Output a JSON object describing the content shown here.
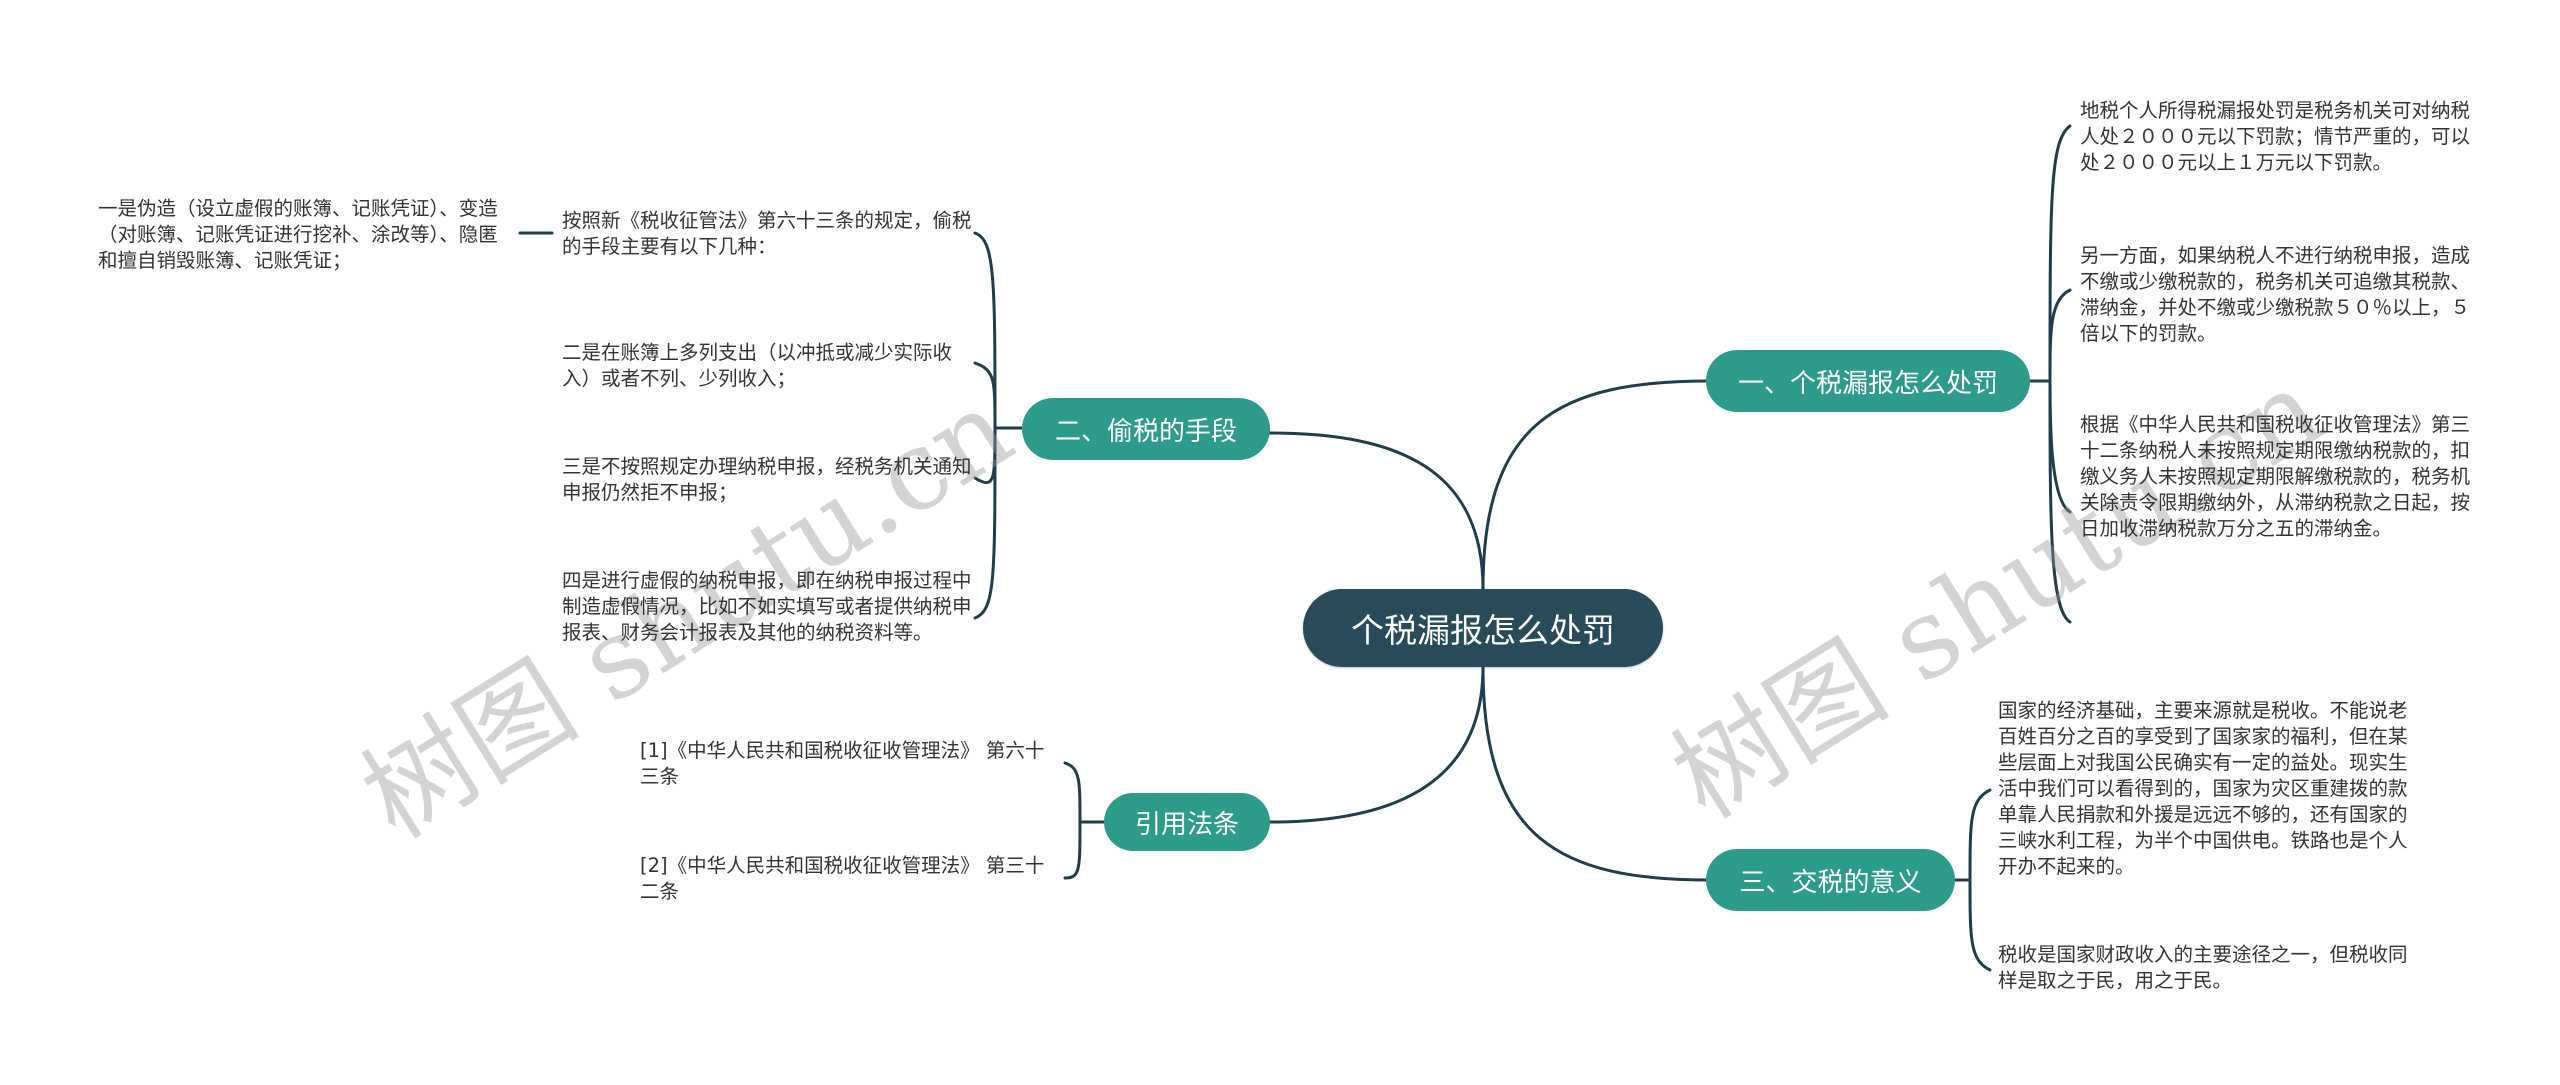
{
  "colors": {
    "root_bg": "#284a59",
    "branch_bg": "#2d9b8a",
    "line": "#1f3d4b",
    "text": "#333333",
    "watermark": "#969696"
  },
  "watermark": {
    "left": "树图 shutu.cn",
    "right": "树图 shutu.cn"
  },
  "root": {
    "label": "个税漏报怎么处罚"
  },
  "branches": [
    {
      "id": "penalty",
      "label": "一、个税漏报怎么处罚",
      "side": "right",
      "children": [
        "地税个人所得税漏报处罚是税务机关可对纳税人处２０００元以下罚款；情节严重的，可以处２０００元以上１万元以下罚款。",
        "另一方面，如果纳税人不进行纳税申报，造成不缴或少缴税款的，税务机关可追缴其税款、滞纳金，并处不缴或少缴税款５０％以上，５倍以下的罚款。",
        "根据《中华人民共和国税收征收管理法》第三十二条纳税人未按照规定期限缴纳税款的，扣缴义务人未按照规定期限解缴税款的，税务机关除责令限期缴纳外，从滞纳税款之日起，按日加收滞纳税款万分之五的滞纳金。"
      ]
    },
    {
      "id": "meaning",
      "label": "三、交税的意义",
      "side": "right",
      "children": [
        "国家的经济基础，主要来源就是税收。不能说老百姓百分之百的享受到了国家家的福利，但在某些层面上对我国公民确实有一定的益处。现实生活中我们可以看得到的，国家为灾区重建拨的款单靠人民捐款和外援是远远不够的，还有国家的三峡水利工程，为半个中国供电。铁路也是个人开办不起来的。",
        "税收是国家财政收入的主要途径之一，但税收同样是取之于民，用之于民。"
      ]
    },
    {
      "id": "evasion",
      "label": "二、偷税的手段",
      "side": "left",
      "children": [
        {
          "text": "按照新《税收征管法》第六十三条的规定，偷税的手段主要有以下几种：",
          "children": [
            "一是伪造（设立虚假的账簿、记账凭证）、变造（对账簿、记账凭证进行挖补、涂改等）、隐匿和擅自销毁账簿、记账凭证；"
          ]
        },
        "二是在账簿上多列支出（以冲抵或减少实际收入）或者不列、少列收入；",
        "三是不按照规定办理纳税申报，经税务机关通知申报仍然拒不申报；",
        "四是进行虚假的纳税申报，即在纳税申报过程中制造虚假情况，比如不如实填写或者提供纳税申报表、财务会计报表及其他的纳税资料等。"
      ]
    },
    {
      "id": "citations",
      "label": "引用法条",
      "side": "left",
      "children": [
        "[1]《中华人民共和国税收征收管理法》 第六十三条",
        "[2]《中华人民共和国税收征收管理法》 第三十二条"
      ]
    }
  ]
}
